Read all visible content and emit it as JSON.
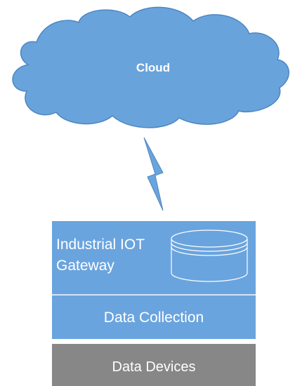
{
  "cloud": {
    "label": "Cloud"
  },
  "gateway": {
    "line1": "Industrial IOT",
    "line2": "Gateway"
  },
  "data_collection": {
    "label": "Data Collection"
  },
  "data_devices": {
    "label": "Data Devices"
  },
  "colors": {
    "blue_fill": "#6aa4de",
    "cloud_fill": "#69a3dc",
    "cloud_stroke": "#4d86c0",
    "gray_fill": "#878787",
    "divider": "#dfe9f5",
    "white": "#ffffff"
  },
  "icons": {
    "connection": "lightning-bolt-icon",
    "storage": "database-cylinder-icon"
  }
}
